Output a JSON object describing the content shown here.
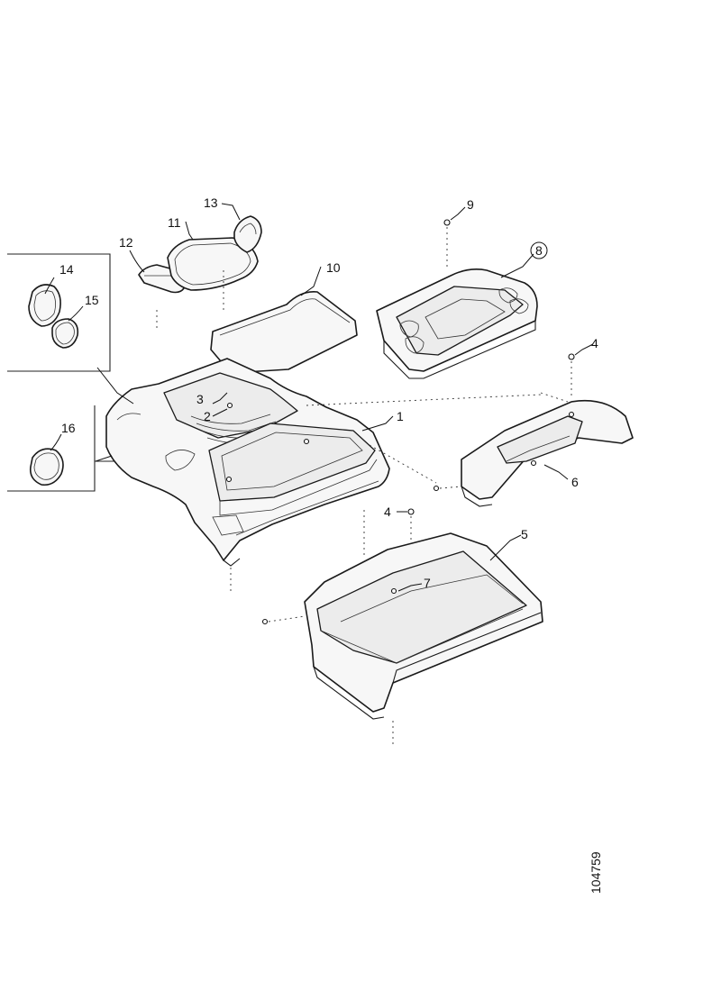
{
  "diagram": {
    "callouts": [
      {
        "id": "c1",
        "text": "1"
      },
      {
        "id": "c2",
        "text": "2"
      },
      {
        "id": "c3",
        "text": "3"
      },
      {
        "id": "c4a",
        "text": "4"
      },
      {
        "id": "c4b",
        "text": "4"
      },
      {
        "id": "c5",
        "text": "5"
      },
      {
        "id": "c6",
        "text": "6"
      },
      {
        "id": "c7",
        "text": "7"
      },
      {
        "id": "c8",
        "text": "8"
      },
      {
        "id": "c9",
        "text": "9"
      },
      {
        "id": "c10",
        "text": "10"
      },
      {
        "id": "c11",
        "text": "11"
      },
      {
        "id": "c12",
        "text": "12"
      },
      {
        "id": "c13",
        "text": "13"
      },
      {
        "id": "c14",
        "text": "14"
      },
      {
        "id": "c15",
        "text": "15"
      },
      {
        "id": "c16",
        "text": "16"
      }
    ],
    "reference_number": "104759"
  }
}
